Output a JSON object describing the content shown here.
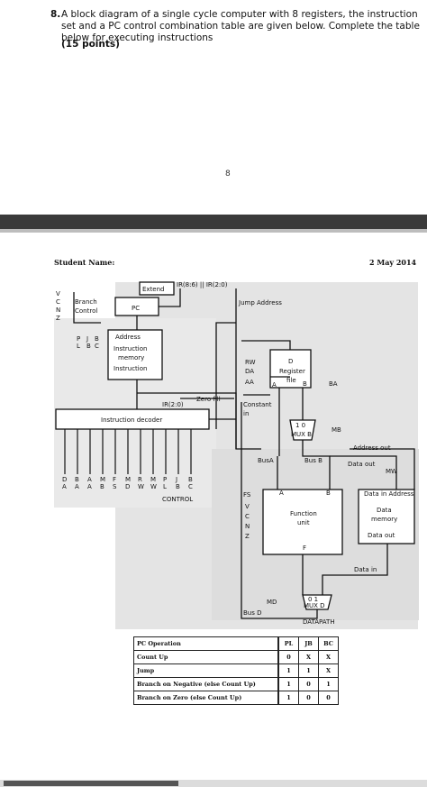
{
  "question": {
    "number": "8.",
    "text": "A block diagram of a single cycle computer with 8 registers, the instruction set and a PC control combination table are given below. Complete the table below for executing instructions",
    "points": "(15 points)",
    "page_number": "8"
  },
  "header": {
    "student_name": "Student Name:",
    "date": "2 May 2014"
  },
  "diagram": {
    "extend": "Extend",
    "ir_field": "IR(8:6) || IR(2:0)",
    "pc": "PC",
    "branch_control": [
      "Branch",
      "Control"
    ],
    "branch_inputs": [
      "V",
      "C",
      "N",
      "Z"
    ],
    "pl_jb_bc": [
      "P",
      "J",
      "B",
      "L",
      "B",
      "C"
    ],
    "jump_address": "Jump Address",
    "instruction_memory": [
      "Address",
      "Instruction",
      "memory",
      "Instruction"
    ],
    "ir_low": "IR(2:0)",
    "zero_fill": "Zero fill",
    "instruction_decoder": "Instruction decoder",
    "control_top": [
      "D",
      "B",
      "A",
      "M",
      "F",
      "M",
      "R",
      "M",
      "P",
      "J",
      "B"
    ],
    "control_bottom": [
      "A",
      "A",
      "A",
      "B",
      "S",
      "D",
      "W",
      "W",
      "L",
      "B",
      "C"
    ],
    "control_label": "CONTROL",
    "register_file": {
      "rw": "RW",
      "da": "DA",
      "aa": "AA",
      "d": "D",
      "label": [
        "Register",
        "file"
      ],
      "a": "A",
      "b": "B",
      "ba": "BA"
    },
    "constant_in": [
      "Constant",
      "in"
    ],
    "mux_b": [
      "1 0",
      "MUX B"
    ],
    "mb": "MB",
    "address_out": "Address out",
    "data_out": "Data out",
    "mw": "MW",
    "bus_a": "BusA",
    "bus_b": "Bus B",
    "data_in_address": "Data in Address",
    "data_memory": [
      "Data",
      "memory"
    ],
    "data_out_2": "Data out",
    "fs": "FS",
    "flags": [
      "V",
      "C",
      "N",
      "Z"
    ],
    "function_unit": [
      "Function",
      "unit"
    ],
    "fu_a": "A",
    "fu_b": "B",
    "fu_f": "F",
    "data_in": "Data in",
    "mux_d": [
      "0 1",
      "MUX D"
    ],
    "md": "MD",
    "bus_d": "Bus D",
    "datapath": "DATAPATH"
  },
  "pc_table": {
    "headers": [
      "PC Operation",
      "PL",
      "JB",
      "BC"
    ],
    "rows": [
      {
        "op": "Count Up",
        "pl": "0",
        "jb": "X",
        "bc": "X"
      },
      {
        "op": "Jump",
        "pl": "1",
        "jb": "1",
        "bc": "X"
      },
      {
        "op": "Branch on Negative (else Count Up)",
        "pl": "1",
        "jb": "0",
        "bc": "1"
      },
      {
        "op": "Branch on Zero (else Count Up)",
        "pl": "1",
        "jb": "0",
        "bc": "0"
      }
    ]
  }
}
